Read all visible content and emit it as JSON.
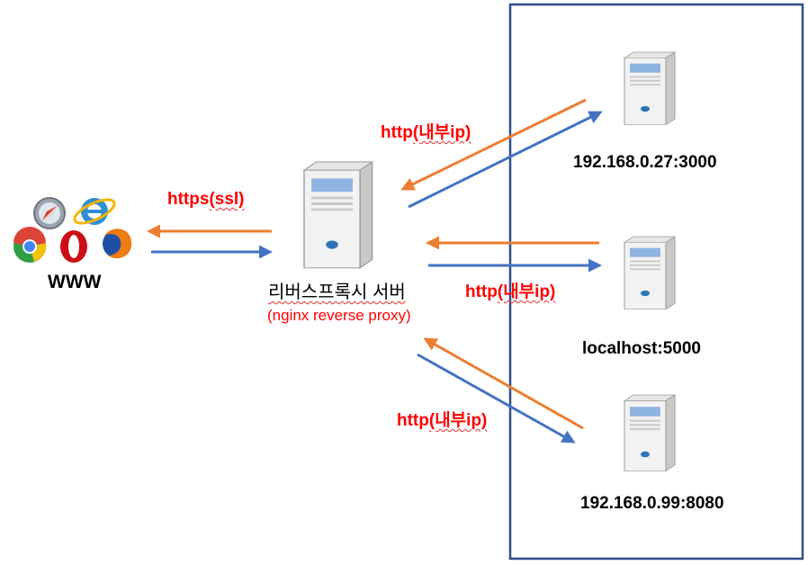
{
  "colors": {
    "orange": "#ed7d31",
    "blue": "#4472c4",
    "frame": "#2f4f8a",
    "label_red": "#ff0000",
    "server_body": "#f2f2f2",
    "server_panel": "#8eb4e3",
    "server_dot": "#2e75b6"
  },
  "client": {
    "label": "WWW",
    "icons": [
      "safari-icon",
      "internet-explorer-icon",
      "chrome-icon",
      "opera-icon",
      "firefox-icon"
    ]
  },
  "proxy": {
    "title": "리버스프록시 서버",
    "subtitle": "(nginx reverse proxy)"
  },
  "links": {
    "client_proxy": {
      "protocol": "https",
      "detail": "(ssl)"
    },
    "proxy_backend_top": {
      "protocol": "http",
      "detail": "(내부ip)"
    },
    "proxy_backend_mid": {
      "protocol": "http",
      "detail": "(내부ip)"
    },
    "proxy_backend_bottom": {
      "protocol": "http",
      "detail": "(내부ip)"
    }
  },
  "backends": [
    {
      "address": "192.168.0.27:3000"
    },
    {
      "address": "localhost:5000"
    },
    {
      "address": "192.168.0.99:8080"
    }
  ]
}
